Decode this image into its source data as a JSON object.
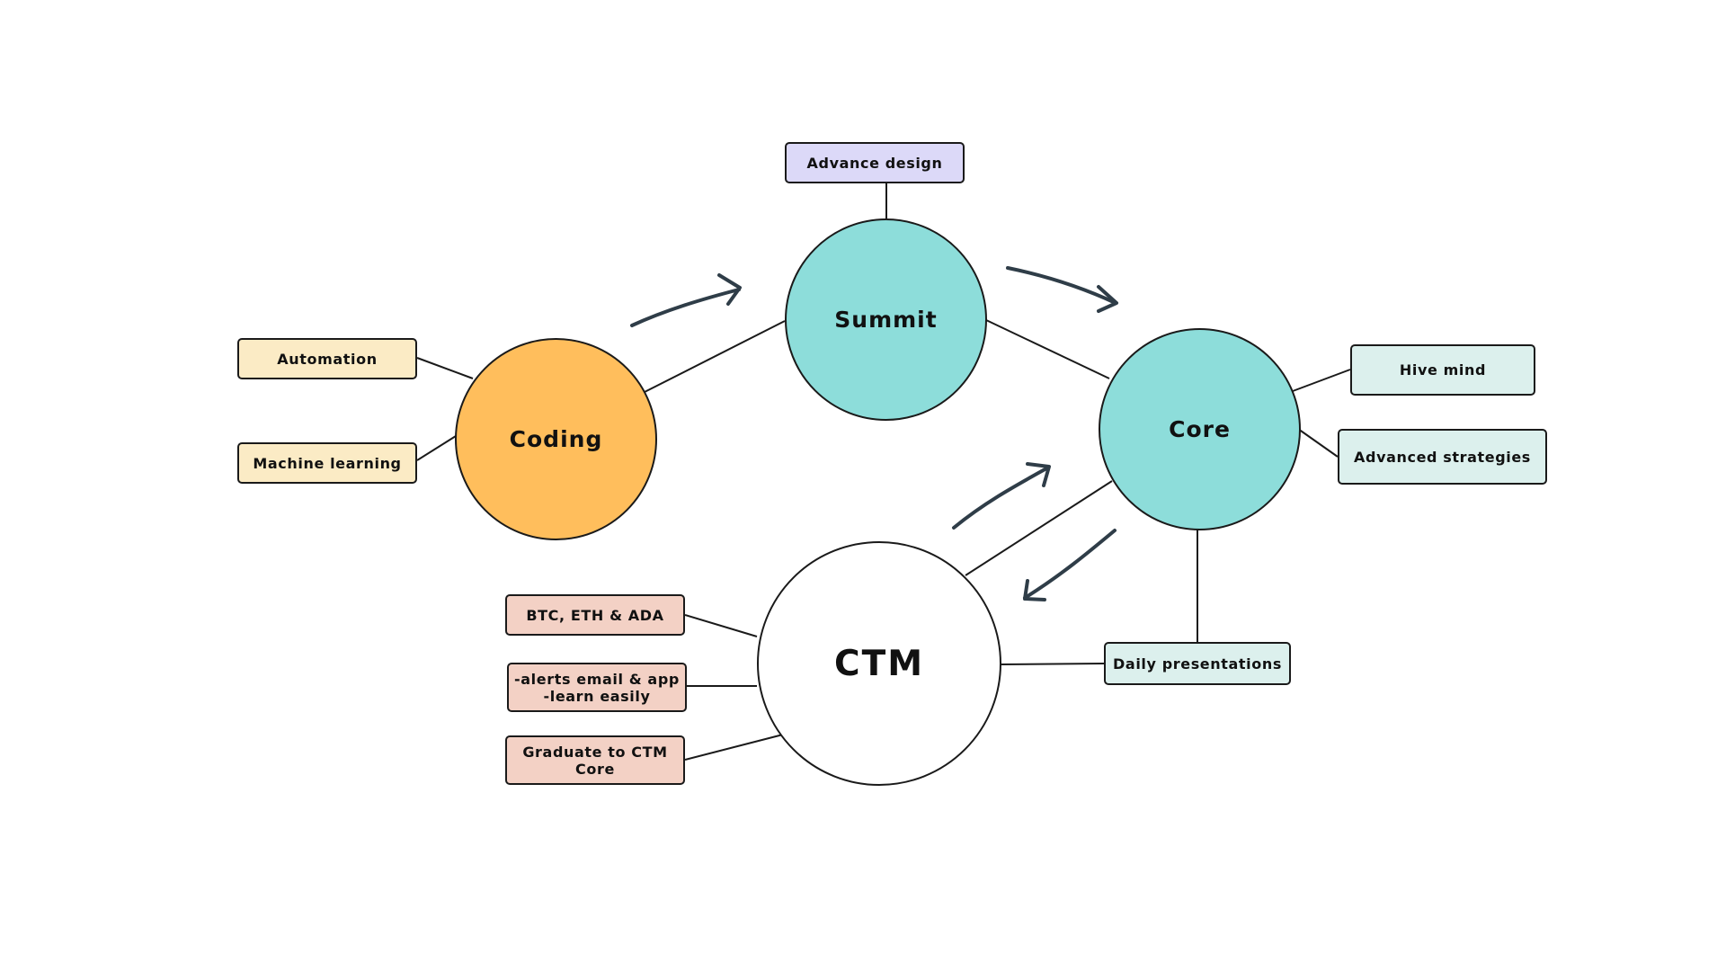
{
  "colors": {
    "coding_fill": "#FFBE5C",
    "summit_fill": "#8DDDDA",
    "core_fill": "#8DDDDA",
    "ctm_fill": "#FFFFFF",
    "coding_box_fill": "#FBEBC5",
    "advance_box_fill": "#DCD9F8",
    "core_box_fill": "#DCF0ED",
    "ctm_box_fill": "#F3D1C5",
    "line": "#1a1a1a",
    "arrow": "#2F3D48"
  },
  "nodes": {
    "coding": "Coding",
    "summit": "Summit",
    "core": "Core",
    "ctm": "CTM"
  },
  "boxes": {
    "automation": "Automation",
    "machine_learning": "Machine learning",
    "advance_design": "Advance design",
    "hive_mind": "Hive mind",
    "advanced_strategies": "Advanced strategies",
    "daily_presentations": "Daily presentations",
    "btc_eth_ada": "BTC, ETH & ADA",
    "alerts_learn": "-alerts email & app\n-learn easily",
    "graduate": "Graduate to CTM\nCore"
  }
}
